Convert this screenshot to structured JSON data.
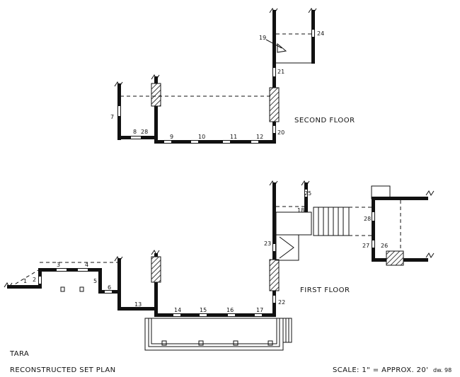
{
  "title": "TARA",
  "subtitle": "RECONSTRUCTED SET PLAN",
  "scale_text": "SCALE: 1\" = APPROX. 20'",
  "signature": "dw. 98",
  "floors": {
    "second": "SECOND FLOOR",
    "first": "FIRST FLOOR"
  },
  "labels": {
    "n1": "1",
    "n2": "2",
    "n3": "3",
    "n4": "4",
    "n5": "5",
    "n6": "6",
    "n7": "7",
    "n8": "8",
    "n9": "9",
    "n10": "10",
    "n11": "11",
    "n12": "12",
    "n13": "13",
    "n14": "14",
    "n15": "15",
    "n16": "16",
    "n17": "17",
    "n18": "18",
    "n19": "19",
    "n20": "20",
    "n21": "21",
    "n22": "22",
    "n23": "23",
    "n24": "24",
    "n25": "25",
    "n26": "26",
    "n27": "27",
    "n28": "28",
    "n28b": "28"
  }
}
